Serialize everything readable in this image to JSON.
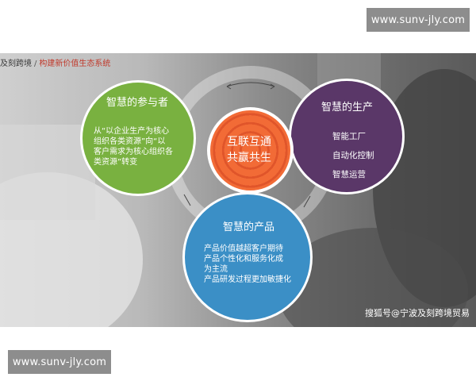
{
  "watermark": {
    "top": "www.sunv-jly.com",
    "bottom": "www.sunv-jly.com"
  },
  "breadcrumb": {
    "section": "及刻跨境",
    "separator": "/",
    "current": "构建新价值生态系统"
  },
  "center": {
    "line1": "互联互通",
    "line2": "共赢共生"
  },
  "participants": {
    "title": "智慧的参与者",
    "lines": [
      "从“以企业生产为核心",
      "组织各类资源”向“以",
      "客户需求为核心组织各",
      "类资源”转变"
    ]
  },
  "production": {
    "title": "智慧的生产",
    "items": [
      "智能工厂",
      "自动化控制",
      "智慧运营"
    ]
  },
  "products": {
    "title": "智慧的产品",
    "lines": [
      "产品价值越超客户期待",
      "产品个性化和服务化成",
      "为主流",
      "产品研发过程更加敏捷化"
    ]
  },
  "credit": "搜狐号@宁波及刻跨境贸易",
  "colors": {
    "green": "#79b140",
    "purple": "#5a3768",
    "blue": "#3b8fc6",
    "orange": "#f26b36",
    "breadcrumb_current": "#c0392b"
  }
}
